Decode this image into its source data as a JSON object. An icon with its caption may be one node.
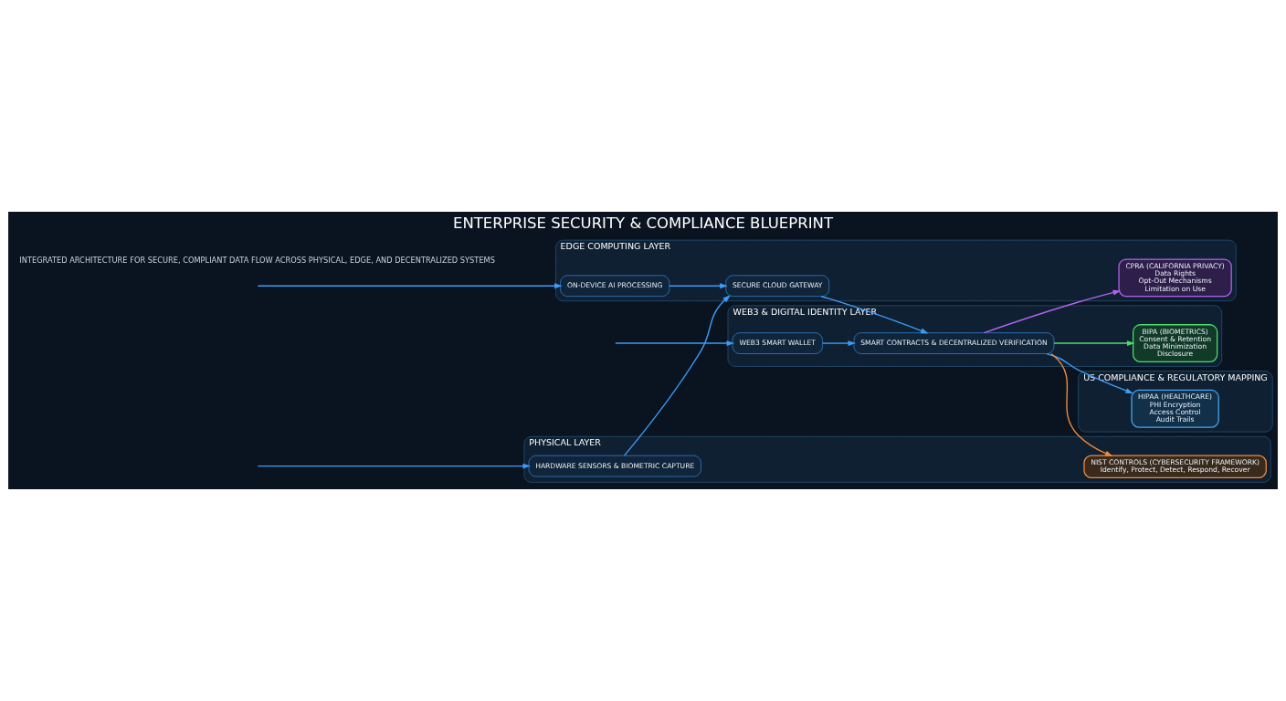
{
  "diagram": {
    "title": "ENTERPRISE SECURITY & COMPLIANCE BLUEPRINT",
    "caption": "INTEGRATED ARCHITECTURE FOR SECURE, COMPLIANT DATA FLOW ACROSS PHYSICAL, EDGE, AND DECENTRALIZED SYSTEMS",
    "nodes": [
      {
        "text": [
          "US COMPLIANCE & REGULATORY MAPPING"
        ]
      },
      {
        "text": [
          "HIPAA (HEALTHCARE)",
          "PHI Encryption",
          "Access Control",
          "Audit Trails"
        ],
        "in": 0
      },
      {
        "text": [
          "WEB3 & DIGITAL IDENTITY LAYER"
        ]
      },
      {
        "text": [
          "WEB3 SMART WALLET"
        ],
        "in": 2
      },
      {
        "text": [
          "SMART CONTRACTS & DECENTRALIZED VERIFICATION"
        ],
        "in": 2
      },
      {
        "text": [
          "BIPA (BIOMETRICS)",
          "Consent & Retention",
          "Data Minimization",
          "Disclosure"
        ],
        "in": 2
      },
      {
        "text": [
          "EDGE COMPUTING LAYER"
        ]
      },
      {
        "text": [
          "ON-DEVICE AI PROCESSING"
        ],
        "in": 6
      },
      {
        "text": [
          "SECURE CLOUD GATEWAY"
        ],
        "in": 6
      },
      {
        "text": [
          "CPRA (CALIFORNIA PRIVACY)",
          "Data Rights",
          "Opt-Out Mechanisms",
          "Limitation on Use"
        ],
        "in": 6
      },
      {
        "text": [
          "PHYSICAL LAYER"
        ]
      },
      {
        "text": [
          "HARDWARE SENSORS & BIOMETRIC CAPTURE"
        ],
        "in": 10
      },
      {
        "text": [
          "NIST CONTROLS (CYBERSECURITY FRAMEWORK)",
          "Identify, Protect, Detect, Respond, Recover"
        ],
        "in": 10
      }
    ],
    "edges": [
      {
        "from": null,
        "to": 3,
        "arrow": "to"
      },
      {
        "from": 3,
        "to": 4,
        "arrow": "to"
      },
      {
        "from": null,
        "to": 7,
        "arrow": "to"
      },
      {
        "from": 7,
        "to": 8,
        "arrow": "to"
      },
      {
        "from": null,
        "to": 11,
        "arrow": "to"
      },
      {
        "from": 11,
        "to": 8,
        "arrow": "to"
      },
      {
        "from": 8,
        "to": 4,
        "arrow": "to"
      },
      {
        "from": 4,
        "to": 1,
        "arrow": "to"
      },
      {
        "from": 4,
        "to": 5,
        "arrow": "to",
        "color": "#4cdc6a"
      },
      {
        "from": 4,
        "to": 9,
        "arrow": "to",
        "color": "#b063ec"
      },
      {
        "from": 4,
        "to": 12,
        "arrow": "to",
        "color": "#f08a3c"
      }
    ]
  }
}
